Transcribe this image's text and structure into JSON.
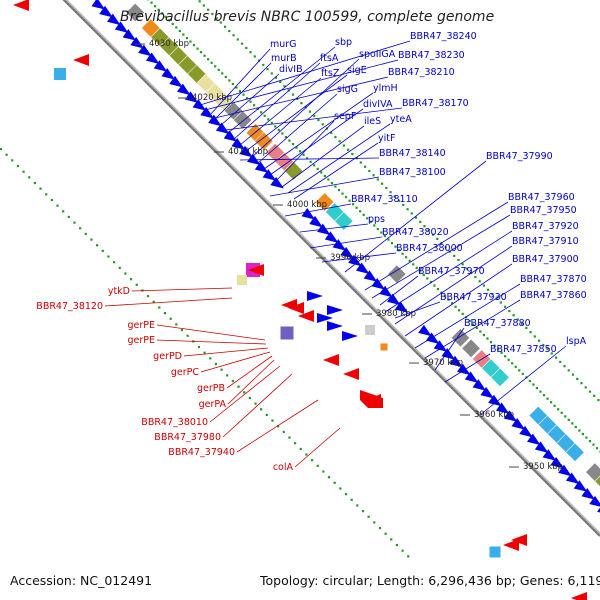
{
  "title": "Brevibacillus brevis NBRC 100599, complete genome",
  "accession_text": "Accession: NC_012491",
  "summary_text": "Topology: circular; Length: 6,296,436 bp; Genes: 6,119",
  "colors": {
    "forward_gene": "#0000ee",
    "reverse_gene": "#ee0000",
    "forward_label": "#0000cc",
    "reverse_label": "#cc0000",
    "backbone": "#777777",
    "gc_dots": "#229922",
    "cog_olive": "#8a9a2a",
    "cog_yellow": "#e8e0a0",
    "cog_grey": "#888888",
    "cog_orange": "#f08a1a",
    "cog_pink": "#e88080",
    "cog_cyan": "#33cccc",
    "cog_skyblue": "#3aaee8",
    "cog_magenta": "#dd22cc",
    "cog_purple": "#7060c0"
  },
  "scale_ticks": [
    {
      "label": "4030 kbp"
    },
    {
      "label": "4020 kbp"
    },
    {
      "label": "4010 kbp"
    },
    {
      "label": "4000 kbp"
    },
    {
      "label": "3990 kbp"
    },
    {
      "label": "3980 kbp"
    },
    {
      "label": "3970 kbp"
    },
    {
      "label": "3960 kbp"
    },
    {
      "label": "3950 kbp"
    }
  ],
  "forward_labels": [
    "murG",
    "murB",
    "divIB",
    "sbp",
    "ftsA",
    "ftsZ",
    "sigE",
    "spoIIGA",
    "sigG",
    "ylmH",
    "divIVA",
    "sepF",
    "ileS",
    "yteA",
    "yitF",
    "BBR47_38240",
    "BBR47_38230",
    "BBR47_38210",
    "BBR47_38170",
    "BBR47_38140",
    "BBR47_38100",
    "BBR47_38110",
    "pps",
    "BBR47_38020",
    "BBR47_38000",
    "BBR47_37990",
    "BBR47_37960",
    "BBR47_37950",
    "BBR47_37920",
    "BBR47_37910",
    "BBR47_37900",
    "BBR47_37970",
    "BBR47_37870",
    "BBR47_37860",
    "BBR47_37930",
    "BBR47_37880",
    "BBR47_37850",
    "lspA"
  ],
  "reverse_labels": [
    "ytkD",
    "BBR47_38120",
    "gerPE",
    "gerPE",
    "gerPD",
    "gerPC",
    "gerPB",
    "gerPA",
    "BBR47_38010",
    "BBR47_37980",
    "BBR47_37940",
    "colA"
  ]
}
